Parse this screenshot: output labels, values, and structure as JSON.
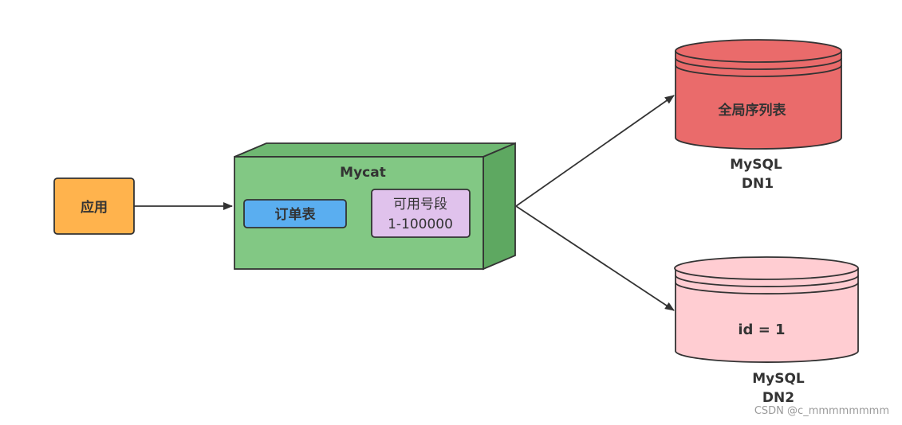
{
  "nodes": {
    "app": {
      "label": "应用",
      "color": "#ffb34d"
    },
    "mycat": {
      "title": "Mycat",
      "color": "#82c884",
      "order_table": {
        "label": "订单表",
        "color": "#5aaef0"
      },
      "id_range": {
        "line1": "可用号段",
        "line2": "1-100000",
        "color": "#e0c2ec"
      }
    },
    "dn1": {
      "cylinder_label": "全局序列表",
      "name_line1": "MySQL",
      "name_line2": "DN1",
      "color": "#ea6b6b"
    },
    "dn2": {
      "cylinder_label": "id = 1",
      "name_line1": "MySQL",
      "name_line2": "DN2",
      "color": "#ffcdd2"
    }
  },
  "watermark": "CSDN @c_mmmmmmmm"
}
